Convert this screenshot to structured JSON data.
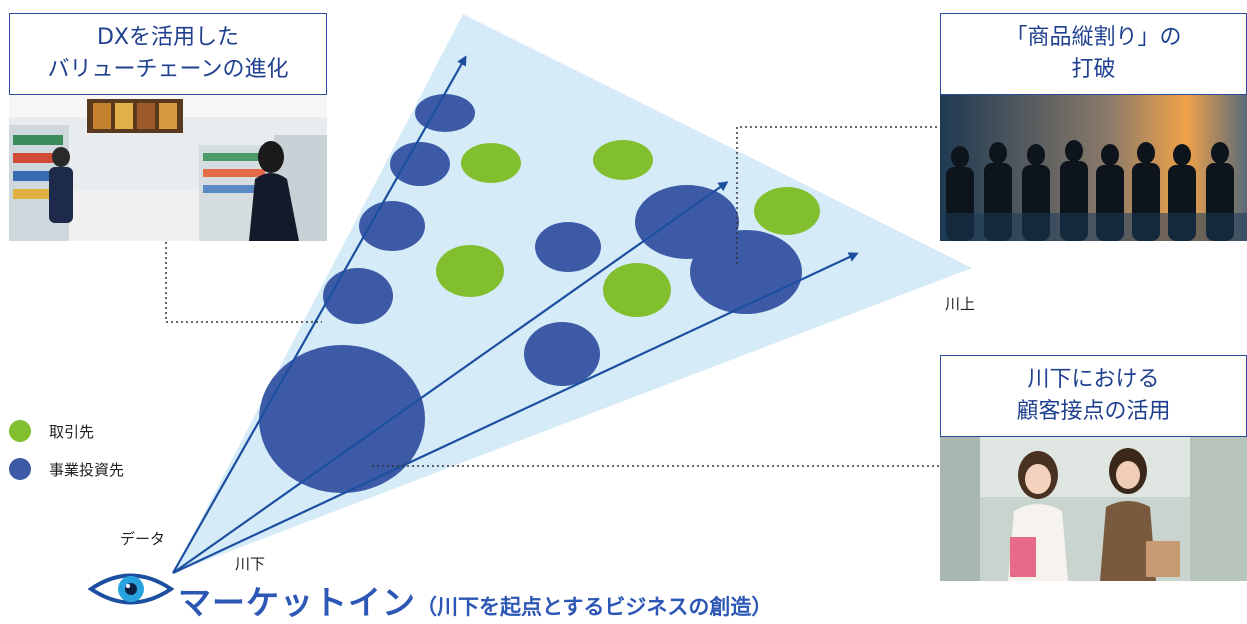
{
  "boxes": {
    "dx": {
      "line1": "DXを活用した",
      "line2": "バリューチェーンの進化"
    },
    "silo": {
      "line1": "「商品縦割り」の",
      "line2": "打破"
    },
    "customer": {
      "line1": "川下における",
      "line2": "顧客接点の活用"
    }
  },
  "legend": {
    "partner": {
      "label": "取引先",
      "color": "#82bf2e"
    },
    "investee": {
      "label": "事業投資先",
      "color": "#3c5aa6"
    }
  },
  "labels": {
    "data": "データ",
    "downstream": "川下",
    "upstream": "川上"
  },
  "bottom": {
    "main": "マーケットイン",
    "sub": "（川下を起点とするビジネスの創造）"
  },
  "colors": {
    "cone": "#d5ebf7",
    "arrow": "#1d4fa0",
    "box_border": "#2a4a9a",
    "title_blue": "#2c57b5"
  }
}
